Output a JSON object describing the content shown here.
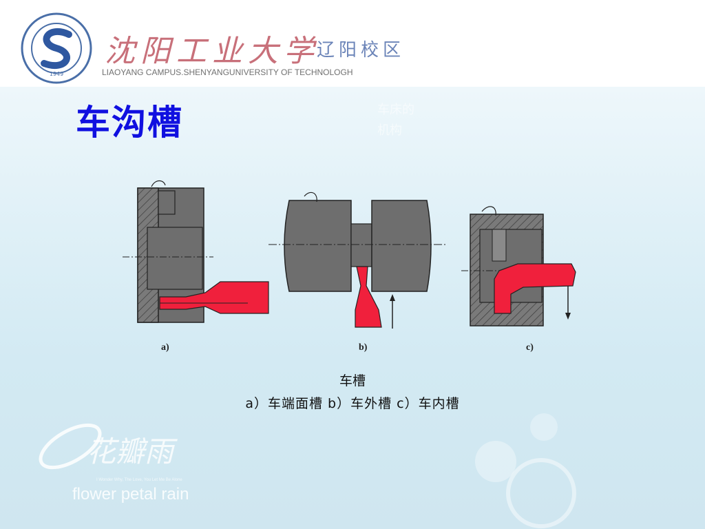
{
  "header": {
    "school_cn": "沈阳工业大学",
    "campus_cn": "辽阳校区",
    "school_en": "LIAOYANG CAMPUS.SHENYANGUNIVERSITY OF TECHNOLOGH",
    "seal_year": "1949"
  },
  "slide": {
    "title": "车沟槽"
  },
  "figure": {
    "labels": [
      "a)",
      "b)",
      "c)"
    ],
    "caption_title": "车槽",
    "caption_parts": "a）车端面槽  b）车外槽  c）车内槽"
  },
  "watermark": {
    "logo_text": "花瓣雨",
    "subtitle": "I Wonder Why, The Love, You Let Me Be Alone",
    "english": "flower petal rain"
  },
  "colors": {
    "title": "#1010e0",
    "tool_red": "#f0203c",
    "metal_gray": "#6e6e6e",
    "hatch_gray": "#7a7a7a"
  }
}
